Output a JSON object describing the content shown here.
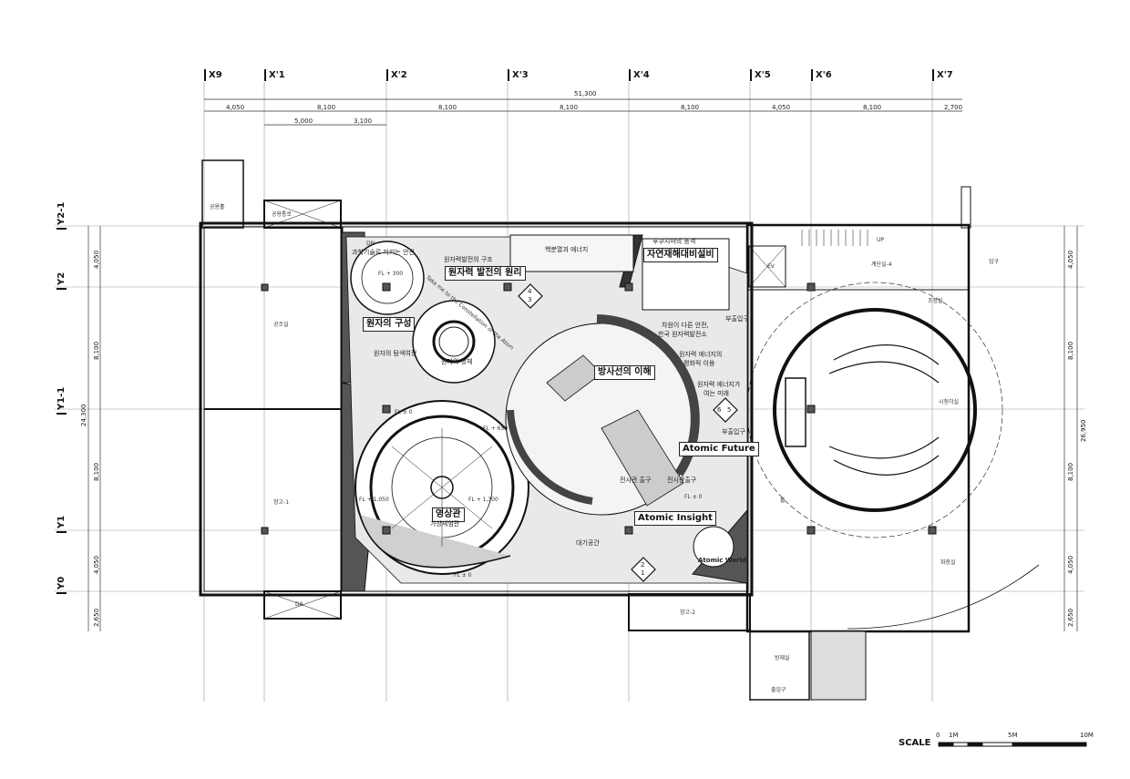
{
  "grid_x": [
    "X9",
    "X'1",
    "X'2",
    "X'3",
    "X'4",
    "X'5",
    "X'6",
    "X'7"
  ],
  "grid_y": [
    "Y2-1",
    "Y2",
    "Y1-1",
    "Y1",
    "Y0"
  ],
  "dims": {
    "total_width": "51,300",
    "top_row": [
      "4,050",
      "8,100",
      "8,100",
      "8,100",
      "8,100",
      "4,050",
      "8,100",
      "2,700"
    ],
    "sub_row": [
      "5,000",
      "3,100"
    ],
    "left_total": "24,300",
    "left_col": [
      "4,050",
      "8,100",
      "8,100",
      "4,050",
      "2,650"
    ],
    "right_total": "26,950",
    "right_col": [
      "4,050",
      "8,100",
      "8,100",
      "4,050",
      "2,650"
    ]
  },
  "exhibits": {
    "atom_structure": "원자의 구성",
    "nuclear_principle": "원자력 발전의 원리",
    "natural_disaster": "자연재해대비설비",
    "radiation": "방사선의 이해",
    "theater": "영상관",
    "atomic_future": "Atomic Future",
    "atomic_insight": "Atomic Insight",
    "atomic_world": "Atomic World"
  },
  "sub_labels": {
    "safety_tech": "과학기술로 지키는 안전",
    "plant_structure": "원자력발전의 구조",
    "fission_energy": "핵분열과 에너지",
    "fukushima": "후쿠시마의 충격",
    "korea_safety": "차원이 다른 안전,",
    "korea_safety2": "한국 원자력발전소",
    "peaceful_use": "원자력 에너지의",
    "peaceful_use2": "평화적 이용",
    "future": "원자력 에너지가",
    "future2": "여는 미래",
    "atom_explore": "원자의 탐색여정",
    "atom_identity": "원자의 정체",
    "vr": "가상체험관",
    "waiting": "대기공간",
    "exit": "전시관 출구",
    "secondary_entrance": "부출입구",
    "entrance_right": "부출입구",
    "exhibit_exit": "전시관출구",
    "ring_text": "Take me to the Constellation of the Atom"
  },
  "rooms": {
    "r1": "공조실",
    "r2": "창고-1",
    "r3": "창고-2",
    "r4": "공용홀",
    "r5": "계단실-4",
    "r6": "입구",
    "r7": "시청각실",
    "r8": "홀",
    "r9": "방재실",
    "r10": "출입구",
    "r11": "화장실",
    "r12": "공용통로",
    "r13": "EV",
    "r14": "DN",
    "r15": "UP",
    "r16": "조정실",
    "r17": "DA"
  },
  "levels": [
    "FL ± 0",
    "FL + 300",
    "FL + 650",
    "FL + 1,050",
    "FL + 1,300",
    "FL ± 0",
    "FL ± 0"
  ],
  "markers": [
    "4",
    "3",
    "6",
    "5",
    "2",
    "1"
  ],
  "scale": {
    "label": "SCALE",
    "ticks": [
      "0",
      "1M",
      "5M",
      "10M"
    ]
  }
}
